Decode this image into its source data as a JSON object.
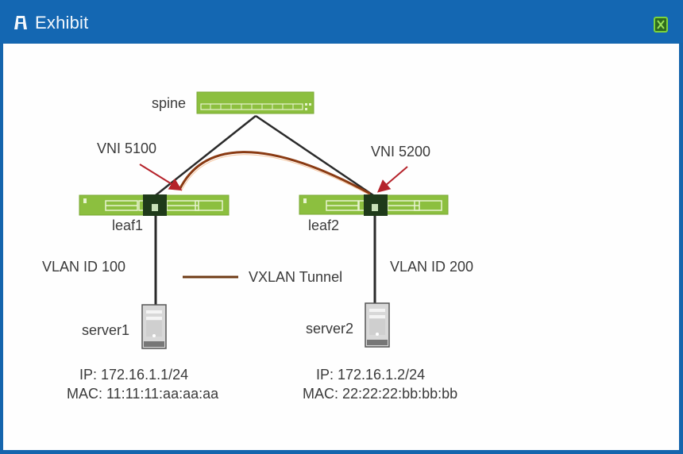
{
  "window": {
    "title": "Exhibit",
    "title_icon": "exhibit-icon",
    "close_icon": "close-icon"
  },
  "diagram": {
    "nodes": {
      "spine": {
        "label": "spine",
        "type": "switch"
      },
      "leaf1": {
        "label": "leaf1",
        "type": "switch",
        "vni_label": "VNI 5100",
        "vlan_label": "VLAN ID 100"
      },
      "leaf2": {
        "label": "leaf2",
        "type": "switch",
        "vni_label": "VNI 5200",
        "vlan_label": "VLAN ID 200"
      },
      "server1": {
        "label": "server1",
        "type": "server",
        "ip": "IP: 172.16.1.1/24",
        "mac": "MAC: 11:11:11:aa:aa:aa"
      },
      "server2": {
        "label": "server2",
        "type": "server",
        "ip": "IP: 172.16.1.2/24",
        "mac": "MAC: 22:22:22:bb:bb:bb"
      }
    },
    "edges": [
      {
        "from": "spine",
        "to": "leaf1",
        "type": "physical"
      },
      {
        "from": "spine",
        "to": "leaf2",
        "type": "physical"
      },
      {
        "from": "leaf1",
        "to": "server1",
        "type": "physical"
      },
      {
        "from": "leaf2",
        "to": "server2",
        "type": "physical"
      },
      {
        "from": "leaf1",
        "to": "leaf2",
        "type": "vxlan-tunnel"
      }
    ],
    "legend": {
      "vxlan_tunnel": "VXLAN Tunnel"
    },
    "colors": {
      "switch_green": "#8cbf3f",
      "port_dark": "#1f3a1a",
      "link": "#2a2a2a",
      "tunnel": "#8a3a12",
      "arrow": "#b5222a",
      "titlebar": "#1467b2"
    }
  }
}
